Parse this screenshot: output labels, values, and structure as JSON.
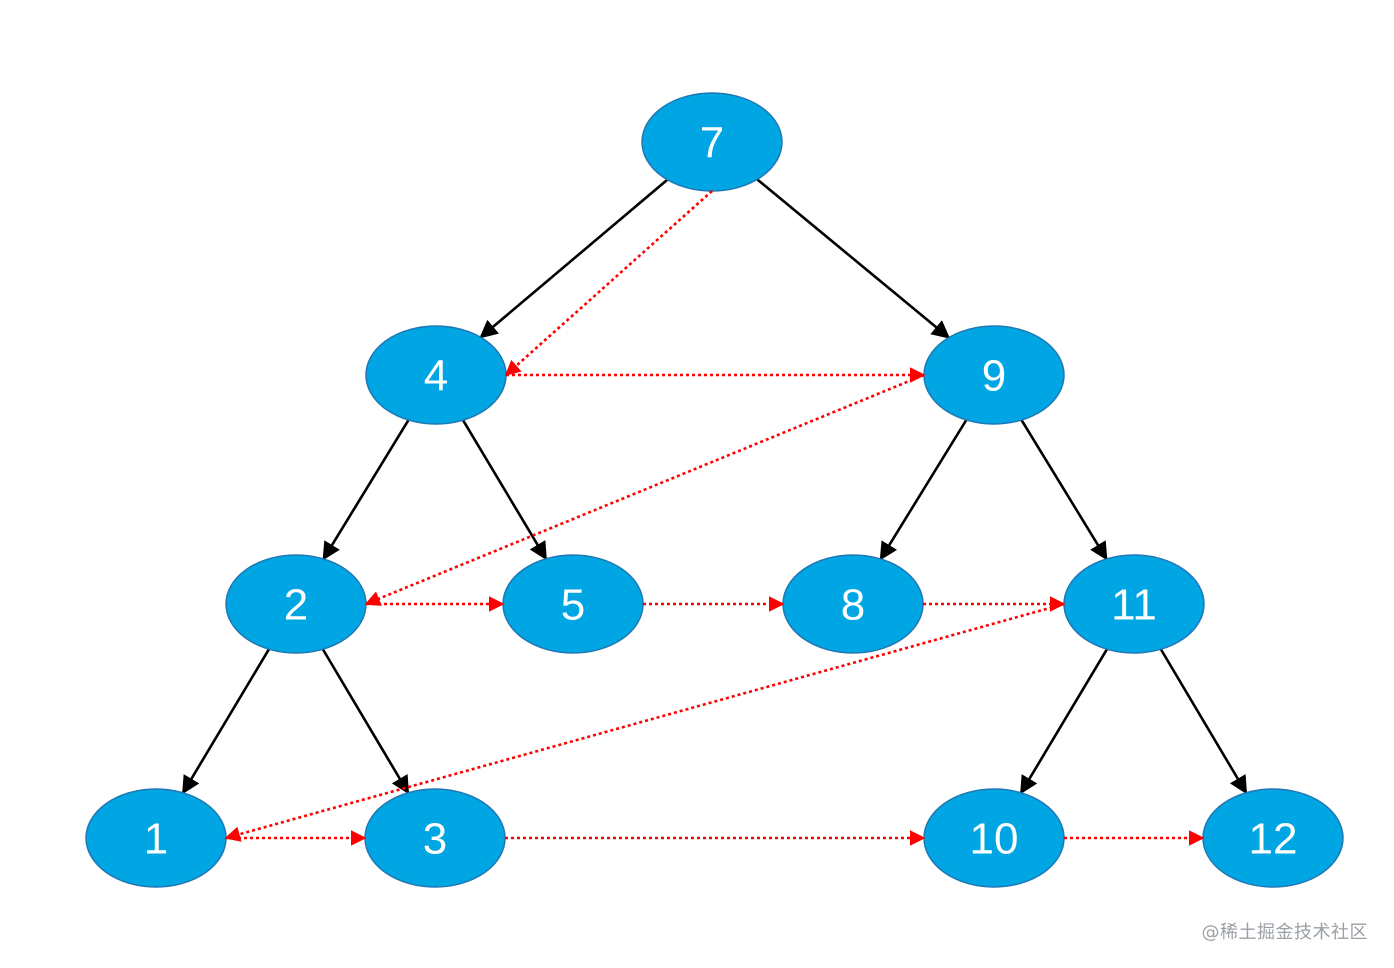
{
  "diagram": {
    "nodes": [
      {
        "id": "7",
        "label": "7"
      },
      {
        "id": "4",
        "label": "4"
      },
      {
        "id": "9",
        "label": "9"
      },
      {
        "id": "2",
        "label": "2"
      },
      {
        "id": "5",
        "label": "5"
      },
      {
        "id": "8",
        "label": "8"
      },
      {
        "id": "11",
        "label": "11"
      },
      {
        "id": "1",
        "label": "1"
      },
      {
        "id": "3",
        "label": "3"
      },
      {
        "id": "10",
        "label": "10"
      },
      {
        "id": "12",
        "label": "12"
      }
    ],
    "tree_edges": [
      [
        "7",
        "4"
      ],
      [
        "7",
        "9"
      ],
      [
        "4",
        "2"
      ],
      [
        "4",
        "5"
      ],
      [
        "9",
        "8"
      ],
      [
        "9",
        "11"
      ],
      [
        "2",
        "1"
      ],
      [
        "2",
        "3"
      ],
      [
        "11",
        "10"
      ],
      [
        "11",
        "12"
      ]
    ],
    "traversal_edges": [
      [
        "7",
        "4"
      ],
      [
        "4",
        "9"
      ],
      [
        "9",
        "2"
      ],
      [
        "2",
        "5"
      ],
      [
        "5",
        "8"
      ],
      [
        "8",
        "11"
      ],
      [
        "11",
        "1"
      ],
      [
        "1",
        "3"
      ],
      [
        "3",
        "10"
      ],
      [
        "10",
        "12"
      ]
    ],
    "colors": {
      "node_fill": "#00a6e4",
      "node_stroke": "#1f78b4",
      "node_text": "#ffffff",
      "tree_edge": "#000000",
      "traversal_edge": "#ff0000"
    }
  },
  "watermark": "@稀土掘金技术社区"
}
